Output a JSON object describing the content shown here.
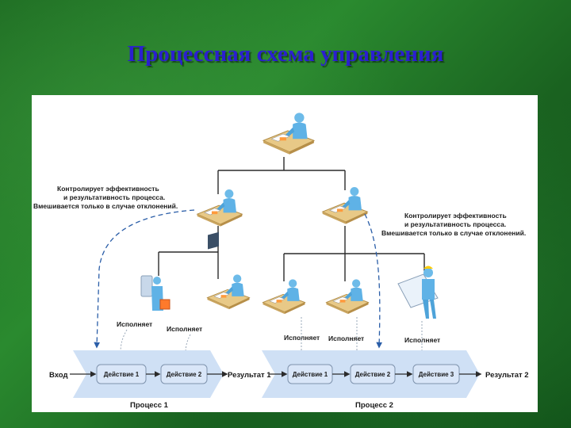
{
  "slide": {
    "title": "Процессная схема управления"
  },
  "notes": {
    "left": [
      "Контролирует эффективность",
      "и результативность процесса.",
      "Вмешивается только в случае отклонений."
    ],
    "right": [
      "Контролирует эффективность",
      "и результативность процесса.",
      "Вмешивается только в случае отклонений."
    ]
  },
  "performers": {
    "p1": "Исполняет",
    "p2": "Исполняет",
    "p3": "Исполняет",
    "p4": "Исполняет",
    "p5": "Исполняет"
  },
  "flow": {
    "input": "Вход",
    "process1": {
      "name": "Процесс 1",
      "action1": "Действие 1",
      "action2": "Действие 2",
      "result": "Результат 1"
    },
    "process2": {
      "name": "Процесс 2",
      "action1": "Действие 1",
      "action2": "Действие 2",
      "action3": "Действие 3",
      "result": "Результат 2"
    }
  },
  "colors": {
    "title": "#2b1fd0",
    "chevron": "#cfe0f5",
    "action_box": "#d9e6f8",
    "connector": "#2b2b2b",
    "dashed_arrow": "#2b5ea8",
    "person": "#5fb2e6"
  }
}
